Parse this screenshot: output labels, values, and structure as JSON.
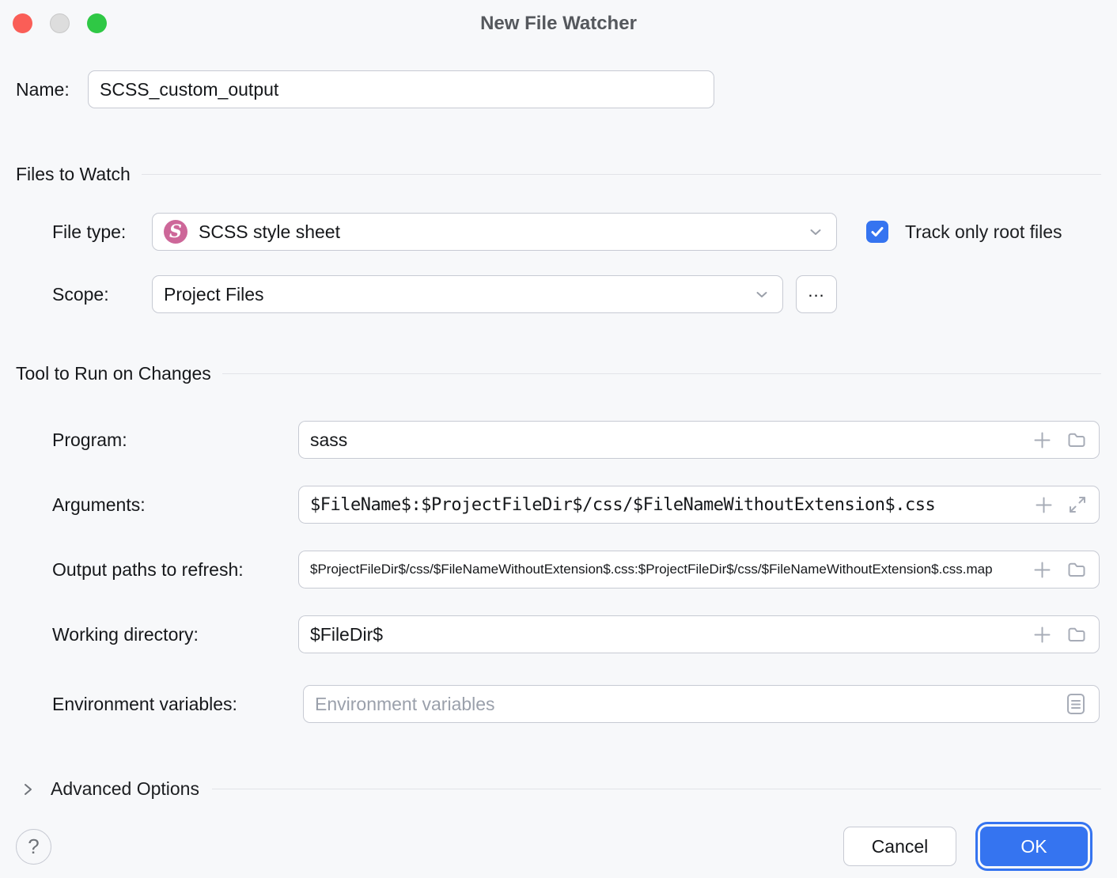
{
  "window": {
    "title": "New File Watcher",
    "traffic_lights": {
      "close_color": "#fa5e57",
      "minimize_color": "#dddddd",
      "zoom_color": "#2fc845"
    }
  },
  "colors": {
    "accent_blue": "#3574f0",
    "scss_pink": "#cd6799",
    "background": "#f7f8fa",
    "field_border": "#c7cad3"
  },
  "name_row": {
    "label": "Name:",
    "value": "SCSS_custom_output"
  },
  "files_to_watch": {
    "title": "Files to Watch",
    "file_type": {
      "label": "File type:",
      "value": "SCSS style sheet",
      "icon": "scss-file-icon",
      "icon_glyph": "S"
    },
    "track_only_root_files": {
      "label": "Track only root files",
      "checked": true
    },
    "scope": {
      "label": "Scope:",
      "value": "Project Files",
      "browse_label": "..."
    }
  },
  "tool_to_run": {
    "title": "Tool to Run on Changes",
    "program": {
      "label": "Program:",
      "value": "sass"
    },
    "arguments": {
      "label": "Arguments:",
      "value": "$FileName$:$ProjectFileDir$/css/$FileNameWithoutExtension$.css"
    },
    "output_paths": {
      "label": "Output paths to refresh:",
      "value": "$ProjectFileDir$/css/$FileNameWithoutExtension$.css:$ProjectFileDir$/css/$FileNameWithoutExtension$.css.map"
    },
    "working_directory": {
      "label": "Working directory:",
      "value": "$FileDir$"
    },
    "environment_variables": {
      "label": "Environment variables:",
      "placeholder": "Environment variables"
    }
  },
  "advanced_options": {
    "label": "Advanced Options"
  },
  "footer": {
    "help_label": "?",
    "cancel_label": "Cancel",
    "ok_label": "OK"
  }
}
